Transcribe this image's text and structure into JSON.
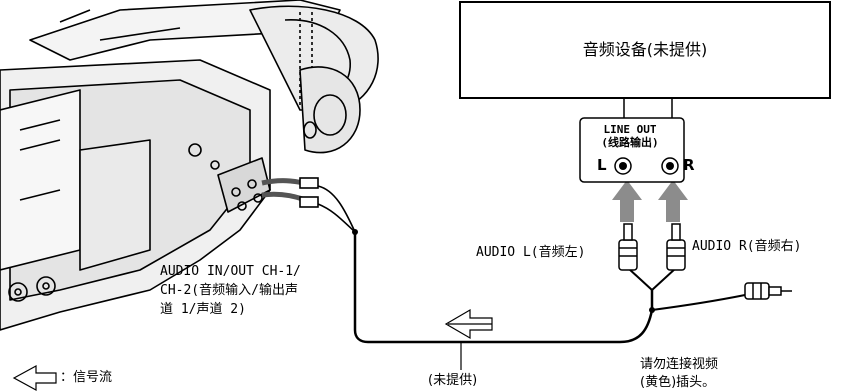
{
  "device_box": {
    "title": "音频设备(未提供)"
  },
  "line_out": {
    "line1": "LINE OUT",
    "line2": "(线路输出)",
    "left": "L",
    "right": "R"
  },
  "plug_labels": {
    "left": "AUDIO L(音频左)",
    "right": "AUDIO R(音频右)"
  },
  "camera_label": {
    "line1": "AUDIO IN/OUT CH-1/",
    "line2": "CH-2(音频输入/输出声",
    "line3": "道 1/声道 2)"
  },
  "cable_label": "(未提供)",
  "video_note": {
    "line1": "请勿连接视频",
    "line2": "(黄色)插头。"
  },
  "legend": {
    "text": "：信号流"
  },
  "colors": {
    "arrow_fill": "#8c8c8c",
    "line": "#000000"
  }
}
